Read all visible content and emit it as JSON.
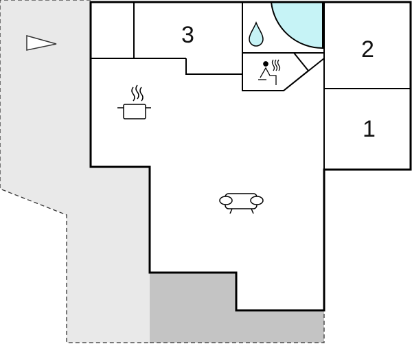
{
  "rooms": [
    {
      "id": "room-3",
      "label": "3"
    },
    {
      "id": "room-2",
      "label": "2"
    },
    {
      "id": "room-1",
      "label": "1"
    }
  ],
  "icons": {
    "compass": "compass-arrow-icon",
    "kitchen": "cooking-pot-icon",
    "living": "sofa-icon",
    "bathroom": "water-drop-icon",
    "sauna": "sauna-icon"
  },
  "colors": {
    "terrace": "#e9e9e9",
    "patio": "#c4c4c4",
    "pool": "#c6f3f6",
    "walls": "#000000",
    "outline_dashed": "#333333"
  }
}
